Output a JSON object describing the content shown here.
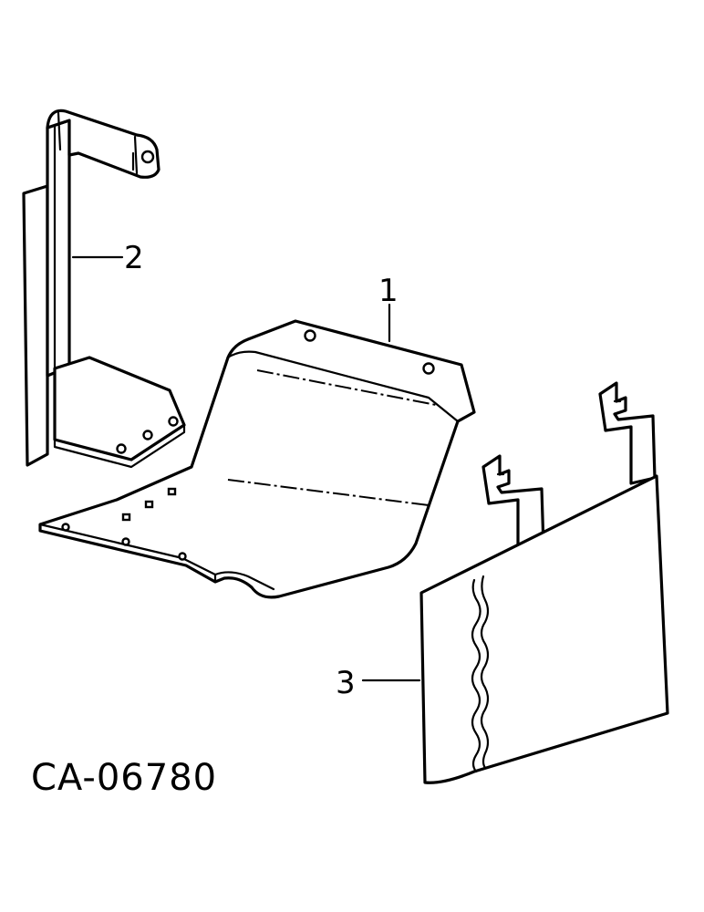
{
  "diagram": {
    "callouts": {
      "part1": "1",
      "part2": "2",
      "part3": "3"
    },
    "figure_code": "CA-06780"
  }
}
